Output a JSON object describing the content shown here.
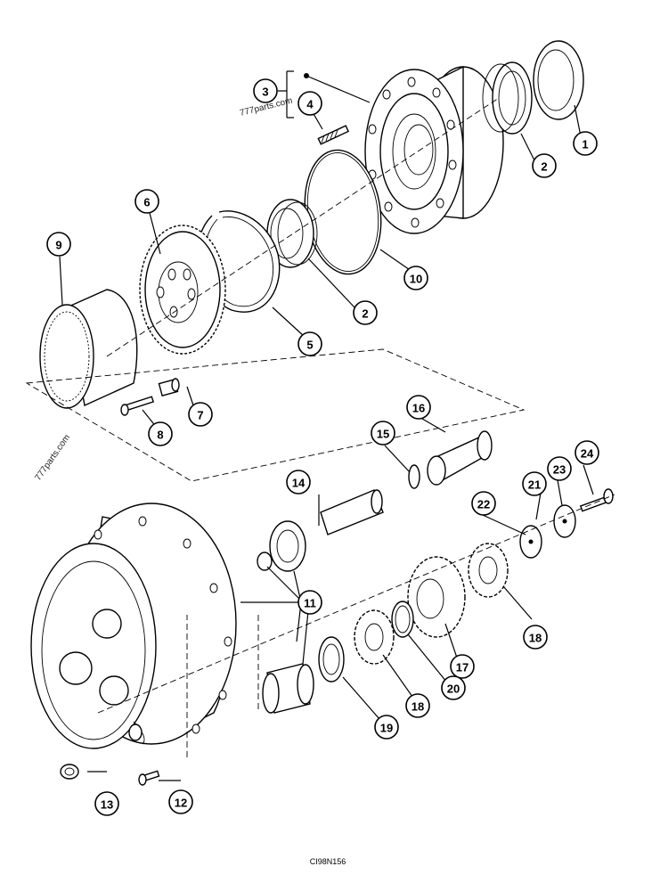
{
  "watermarks": [
    "777parts.com",
    "777parts.com"
  ],
  "drawing_code": "CI98N156",
  "callouts": [
    {
      "id": "1",
      "label": "1"
    },
    {
      "id": "2a",
      "label": "2"
    },
    {
      "id": "2b",
      "label": "2"
    },
    {
      "id": "3",
      "label": "3"
    },
    {
      "id": "4",
      "label": "4"
    },
    {
      "id": "5",
      "label": "5"
    },
    {
      "id": "6",
      "label": "6"
    },
    {
      "id": "7",
      "label": "7"
    },
    {
      "id": "8",
      "label": "8"
    },
    {
      "id": "9",
      "label": "9"
    },
    {
      "id": "10",
      "label": "10"
    },
    {
      "id": "11",
      "label": "11"
    },
    {
      "id": "12",
      "label": "12"
    },
    {
      "id": "13",
      "label": "13"
    },
    {
      "id": "14",
      "label": "14"
    },
    {
      "id": "15",
      "label": "15"
    },
    {
      "id": "16",
      "label": "16"
    },
    {
      "id": "17",
      "label": "17"
    },
    {
      "id": "18a",
      "label": "18"
    },
    {
      "id": "18b",
      "label": "18"
    },
    {
      "id": "19",
      "label": "19"
    },
    {
      "id": "20",
      "label": "20"
    },
    {
      "id": "21",
      "label": "21"
    },
    {
      "id": "22",
      "label": "22"
    },
    {
      "id": "23",
      "label": "23"
    },
    {
      "id": "24",
      "label": "24"
    }
  ]
}
